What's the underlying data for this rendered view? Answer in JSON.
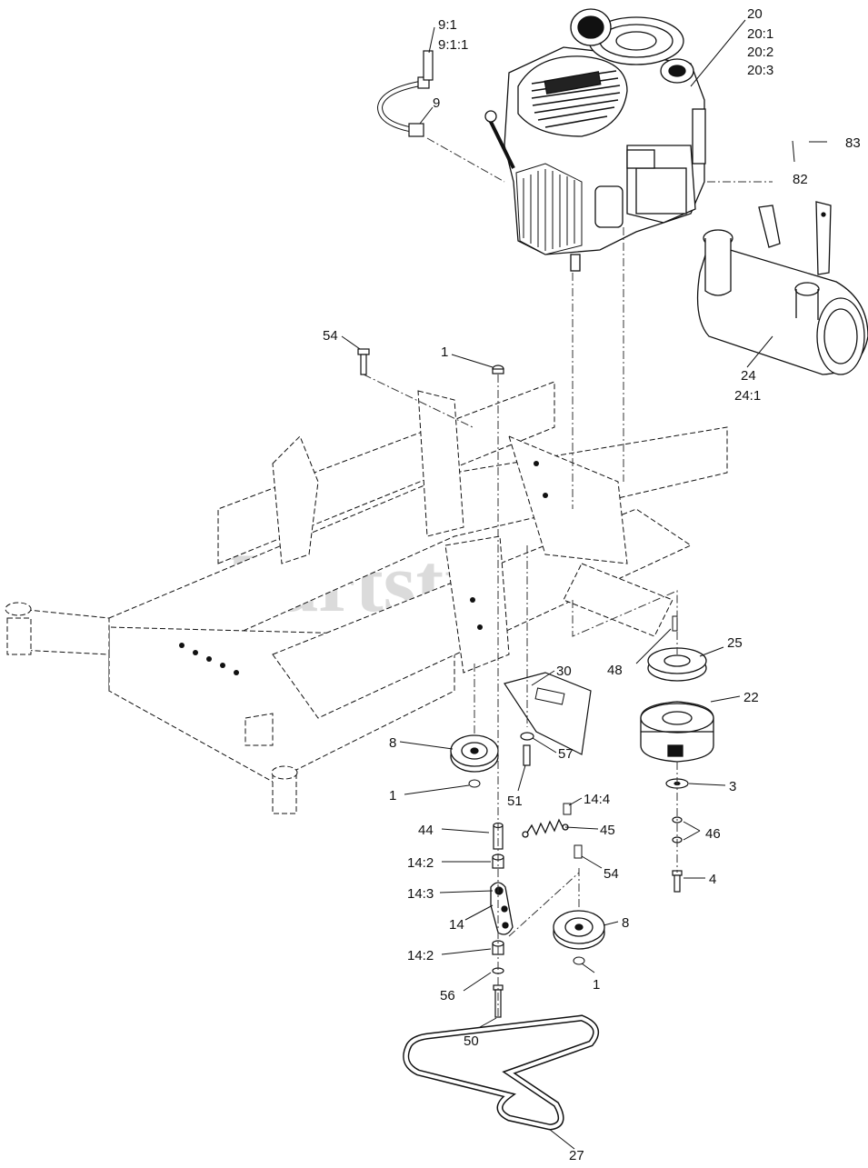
{
  "watermark": "Partstree",
  "callouts": [
    {
      "id": "c-9-1",
      "text": "9:1"
    },
    {
      "id": "c-9-1-1",
      "text": "9:1:1"
    },
    {
      "id": "c-9",
      "text": "9"
    },
    {
      "id": "c-20",
      "text": "20"
    },
    {
      "id": "c-20-1",
      "text": "20:1"
    },
    {
      "id": "c-20-2",
      "text": "20:2"
    },
    {
      "id": "c-20-3",
      "text": "20:3"
    },
    {
      "id": "c-83",
      "text": "83"
    },
    {
      "id": "c-82",
      "text": "82"
    },
    {
      "id": "c-54a",
      "text": "54"
    },
    {
      "id": "c-1a",
      "text": "1"
    },
    {
      "id": "c-24",
      "text": "24"
    },
    {
      "id": "c-24-1",
      "text": "24:1"
    },
    {
      "id": "c-25",
      "text": "25"
    },
    {
      "id": "c-48",
      "text": "48"
    },
    {
      "id": "c-30",
      "text": "30"
    },
    {
      "id": "c-22",
      "text": "22"
    },
    {
      "id": "c-8a",
      "text": "8"
    },
    {
      "id": "c-57",
      "text": "57"
    },
    {
      "id": "c-1b",
      "text": "1"
    },
    {
      "id": "c-51",
      "text": "51"
    },
    {
      "id": "c-3",
      "text": "3"
    },
    {
      "id": "c-14-4",
      "text": "14:4"
    },
    {
      "id": "c-44",
      "text": "44"
    },
    {
      "id": "c-45",
      "text": "45"
    },
    {
      "id": "c-46",
      "text": "46"
    },
    {
      "id": "c-14-2a",
      "text": "14:2"
    },
    {
      "id": "c-54b",
      "text": "54"
    },
    {
      "id": "c-4",
      "text": "4"
    },
    {
      "id": "c-14-3",
      "text": "14:3"
    },
    {
      "id": "c-14",
      "text": "14"
    },
    {
      "id": "c-8b",
      "text": "8"
    },
    {
      "id": "c-14-2b",
      "text": "14:2"
    },
    {
      "id": "c-1c",
      "text": "1"
    },
    {
      "id": "c-56",
      "text": "56"
    },
    {
      "id": "c-50",
      "text": "50"
    },
    {
      "id": "c-27",
      "text": "27"
    }
  ]
}
